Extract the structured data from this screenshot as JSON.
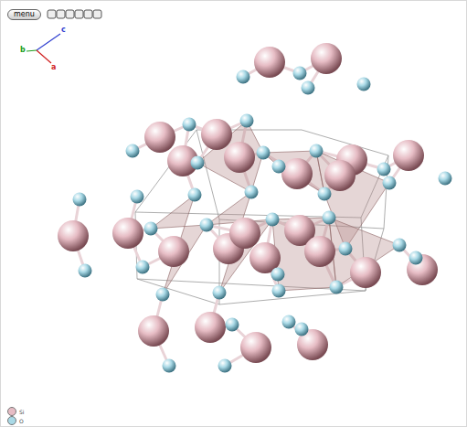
{
  "diagram": {
    "labels": [
      "menu",
      "c",
      "b",
      "a"
    ],
    "legend": [
      {
        "text": "Si",
        "color": "#e6bcc4"
      },
      {
        "text": "O",
        "color": "#a9d9e6"
      }
    ]
  }
}
